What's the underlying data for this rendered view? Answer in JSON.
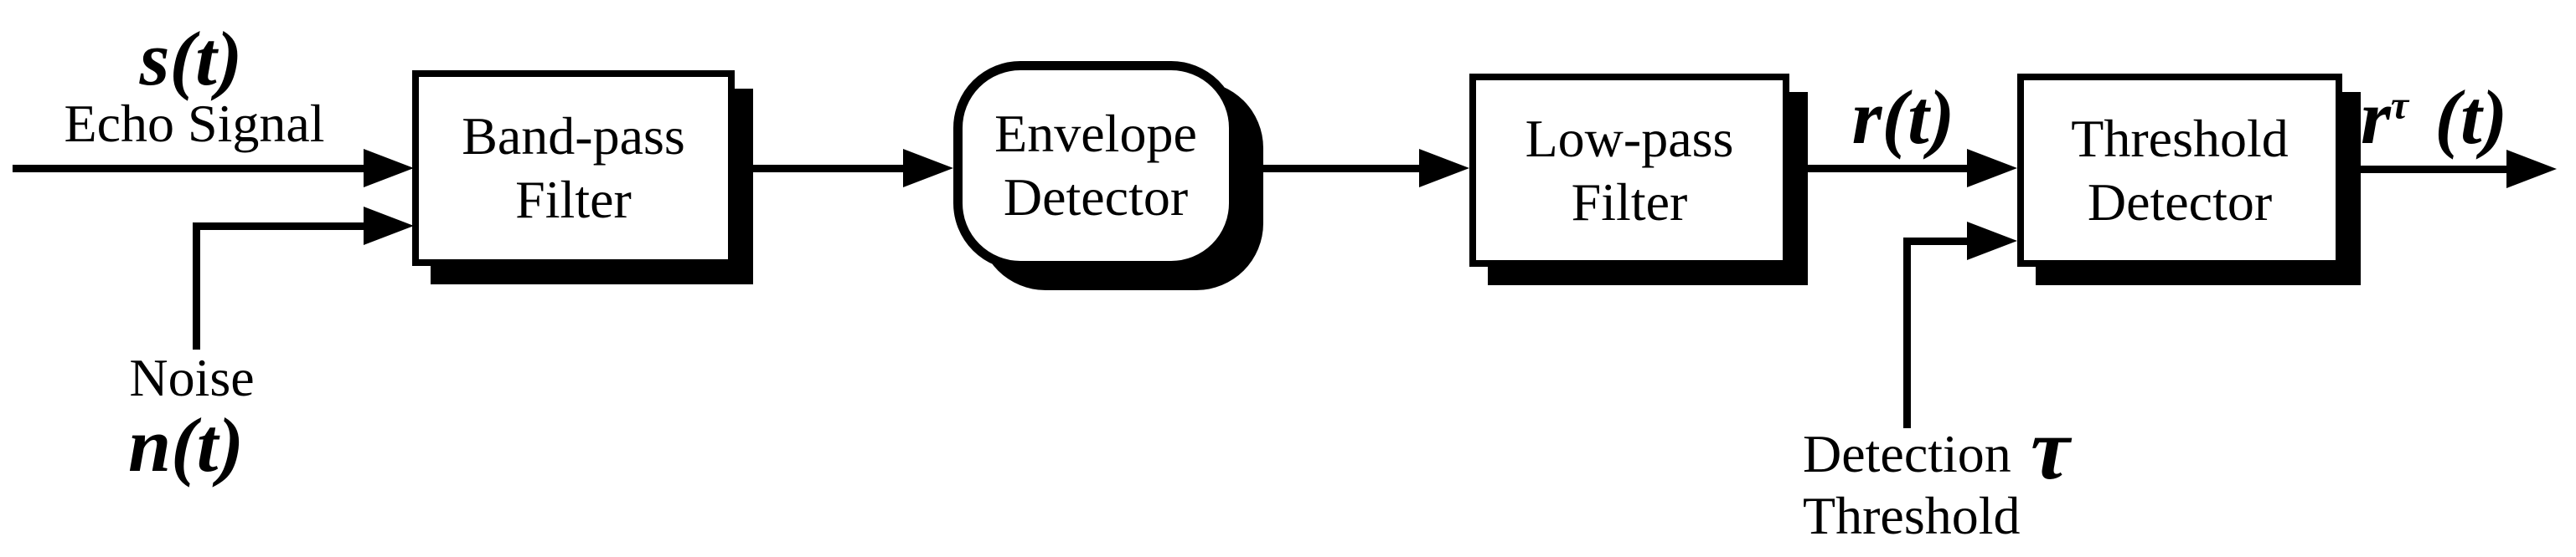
{
  "diagram": {
    "background_color": "#ffffff",
    "ink_color": "#000000",
    "input": {
      "math": "s(t)",
      "label": "Echo Signal"
    },
    "noise": {
      "label": "Noise",
      "math": "n(t)"
    },
    "blocks": [
      {
        "line1": "Band-pass",
        "line2": "Filter"
      },
      {
        "line1": "Envelope",
        "line2": "Detector"
      },
      {
        "line1": "Low-pass",
        "line2": "Filter"
      },
      {
        "line1": "Threshold",
        "line2": "Detector"
      }
    ],
    "signals": {
      "intermediate": "r(t)",
      "output": {
        "base": "r",
        "sup": "τ",
        "rest": "(t)"
      }
    },
    "threshold": {
      "label_line1": "Detection",
      "label_line2": "Threshold",
      "symbol": "τ"
    }
  }
}
